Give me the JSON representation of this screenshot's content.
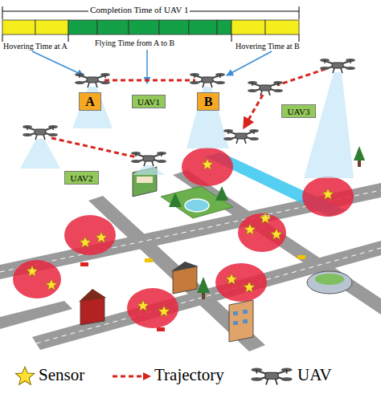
{
  "diagram": {
    "nodes": [
      {
        "text": [
          "A"
        ]
      },
      {
        "text": [
          "UAV1"
        ]
      },
      {
        "text": [
          "B"
        ]
      },
      {
        "text": [
          "UAV3"
        ]
      },
      {
        "text": [
          "UAV2"
        ]
      }
    ],
    "labels": [
      "Completion Time of UAV 1",
      "Hovering Time at A",
      "Flying Time from A to B",
      "Hovering Time at B"
    ],
    "legend": [
      {
        "text": "Sensor"
      },
      {
        "text": "Trajectory"
      },
      {
        "text": "UAV"
      }
    ]
  }
}
